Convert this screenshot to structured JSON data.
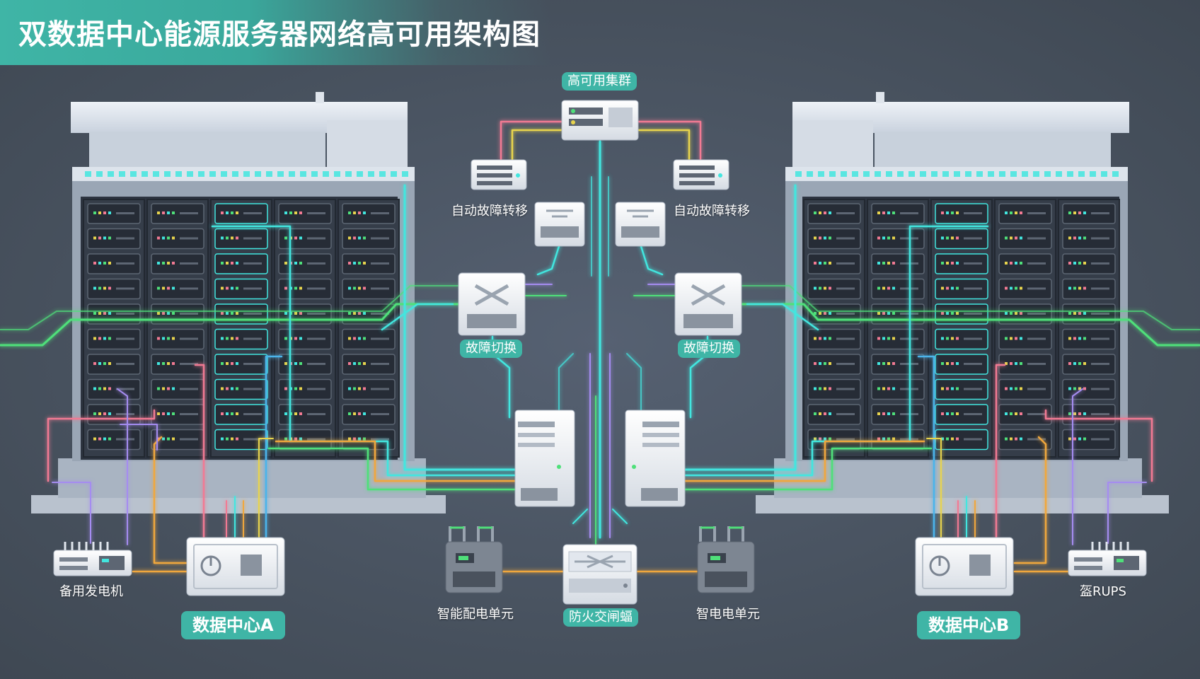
{
  "title": "双数据中心能源服务器网络高可用架构图",
  "labels": {
    "ha_cluster": "高可用集群",
    "failover_left": "自动故障转移",
    "failover_right": "自动故障转移",
    "switch_left": "故障切换",
    "switch_right": "故障切换",
    "generator": "备用发电机",
    "dc_a": "数据中心A",
    "pdu_left": "智能配电单元",
    "firewall": "防火交闸蝠",
    "pdu_right": "智电电单元",
    "dc_b": "数据中心B",
    "ups": "盔RUPS"
  },
  "colors": {
    "accent": "#3fb5a6",
    "cyan": "#42e6df",
    "green": "#4fe07a",
    "orange": "#f0a73c",
    "pink": "#f27a93",
    "purple": "#a58cf0",
    "blue": "#4bb4ea",
    "yellow": "#e8d44d"
  }
}
